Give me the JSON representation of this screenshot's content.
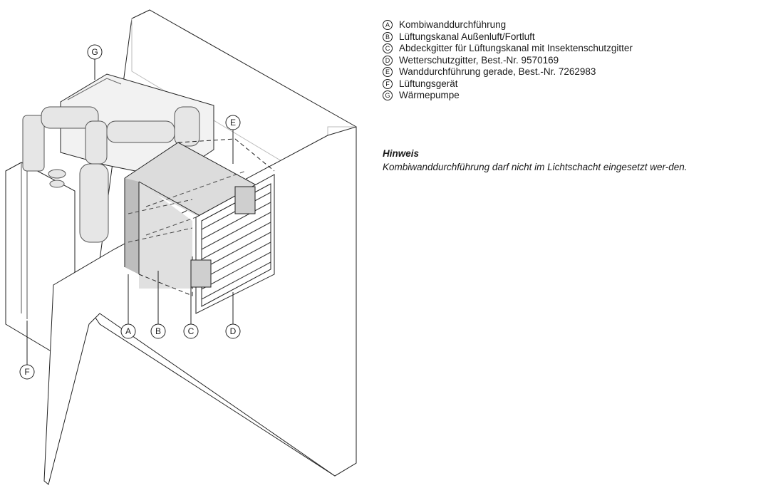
{
  "callouts": [
    {
      "letter": "A",
      "text": "Kombiwanddurchführung"
    },
    {
      "letter": "B",
      "text": "Lüftungskanal Außenluft/Fortluft"
    },
    {
      "letter": "C",
      "text": "Abdeckgitter für Lüftungskanal mit Insektenschutzgitter"
    },
    {
      "letter": "D",
      "text": "Wetterschutzgitter, Best.-Nr. 9570169"
    },
    {
      "letter": "E",
      "text": "Wanddurchführung gerade, Best.-Nr. 7262983"
    },
    {
      "letter": "F",
      "text": "Lüftungsgerät"
    },
    {
      "letter": "G",
      "text": "Wärmepumpe"
    }
  ],
  "note": {
    "title": "Hinweis",
    "text": "Kombiwanddurchführung darf nicht im Lichtschacht eingesetzt wer-den."
  }
}
